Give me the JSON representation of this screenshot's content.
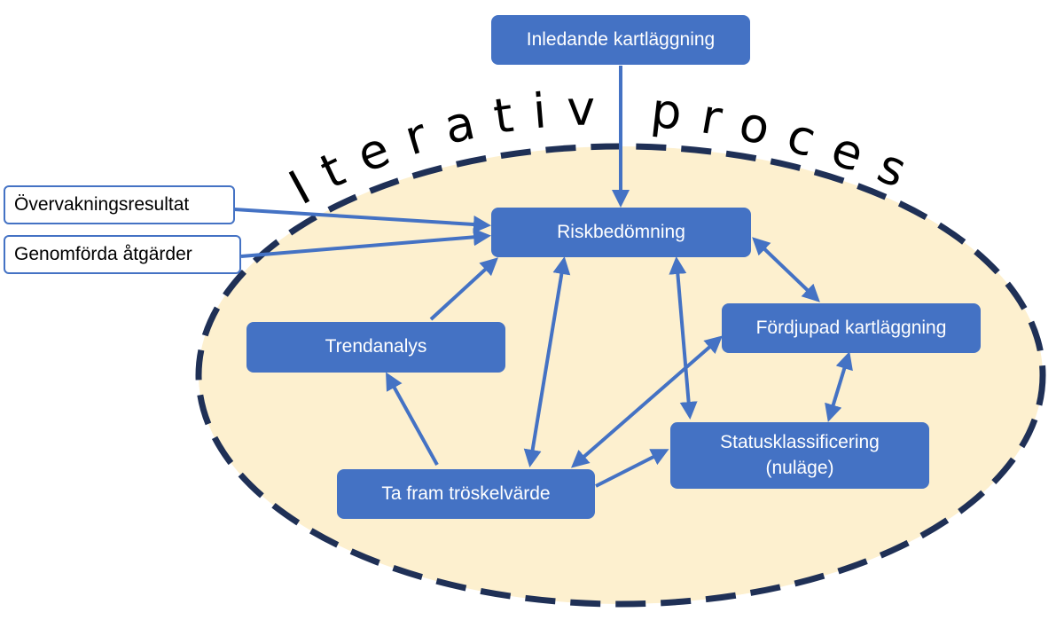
{
  "title": "Iterativ process",
  "nodes": {
    "inledande": "Inledande kartläggning",
    "riskbedomning": "Riskbedömning",
    "trendanalys": "Trendanalys",
    "fordjupad": "Fördjupad kartläggning",
    "status_line1": "Statusklassificering",
    "status_line2": "(nuläge)",
    "troskelvarde": "Ta fram tröskelvärde"
  },
  "inputs": {
    "overvakning": "Övervakningsresultat",
    "genomforda": "Genomförda åtgärder"
  },
  "colors": {
    "node_fill": "#4472c4",
    "ellipse_fill": "#fdf0cf",
    "ellipse_border": "#1f3056",
    "arrow": "#4472c4"
  }
}
